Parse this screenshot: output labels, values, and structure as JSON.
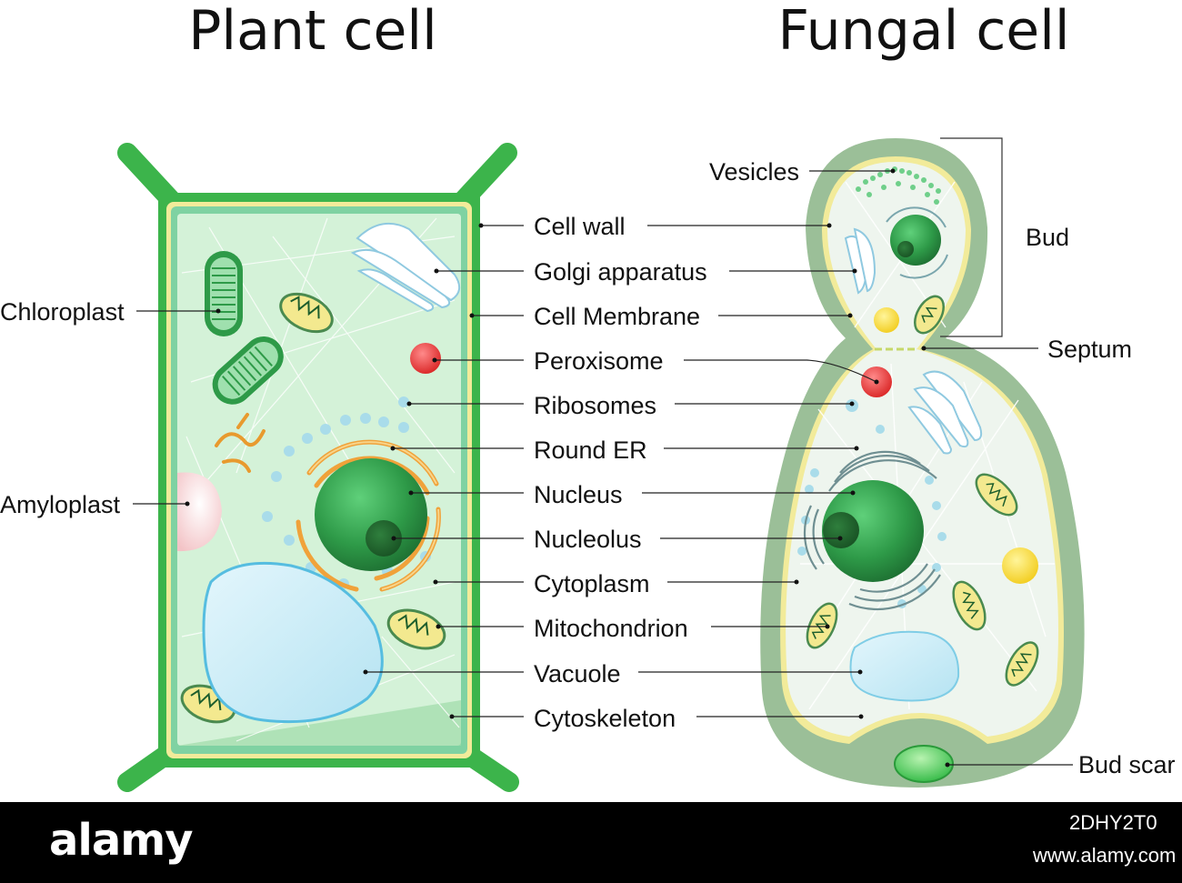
{
  "titles": {
    "left": "Plant cell",
    "right": "Fungal cell"
  },
  "center_labels": [
    "Cell wall",
    "Golgi apparatus",
    "Cell Membrane",
    "Peroxisome",
    "Ribosomes",
    "Round ER",
    "Nucleus",
    "Nucleolus",
    "Cytoplasm",
    "Mitochondrion",
    "Vacuole",
    "Cytoskeleton"
  ],
  "plant_side_labels": {
    "chloroplast": "Chloroplast",
    "amyloplast": "Amyloplast"
  },
  "fungal_side_labels": {
    "vesicles": "Vesicles",
    "bud": "Bud",
    "septum": "Septum",
    "bud_scar": "Bud scar"
  },
  "footer": {
    "logo": "alamy",
    "code": "2DHY2T0",
    "site": "www.alamy.com"
  },
  "colors": {
    "cell_wall": "#3cb44b",
    "plant_cytoplasm": "#d4f2d8",
    "fungal_wall": "#9bbf98",
    "fungal_cytoplasm": "#eef5ee",
    "nucleus": "#2e9a48",
    "peroxisome": "#e83a3a",
    "vacuole": "#c9ecf7",
    "golgi": "#8fc9e0",
    "er": "#f0a23a",
    "membrane": "#f2eb9a"
  }
}
